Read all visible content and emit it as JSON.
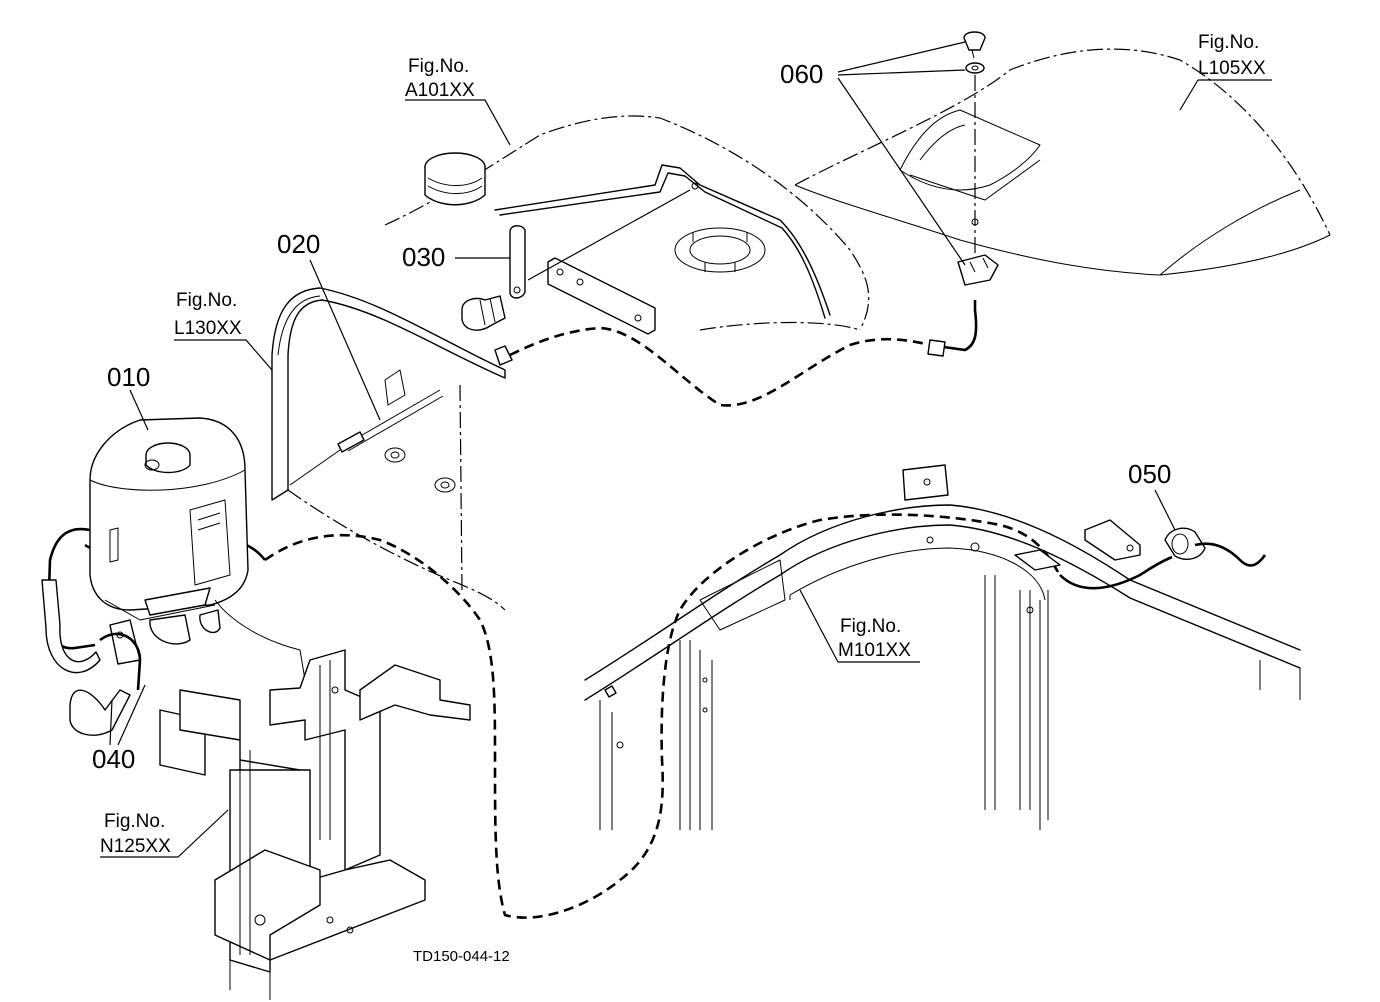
{
  "parts": [
    {
      "id": "p010",
      "label": "010"
    },
    {
      "id": "p020",
      "label": "020"
    },
    {
      "id": "p030",
      "label": "030"
    },
    {
      "id": "p040",
      "label": "040"
    },
    {
      "id": "p050",
      "label": "050"
    },
    {
      "id": "p060",
      "label": "060"
    }
  ],
  "fig_refs": [
    {
      "id": "a101",
      "line1": "Fig.No.",
      "line2": "A101XX"
    },
    {
      "id": "l105",
      "line1": "Fig.No.",
      "line2": "L105XX"
    },
    {
      "id": "l130",
      "line1": "Fig.No.",
      "line2": "L130XX"
    },
    {
      "id": "m101",
      "line1": "Fig.No.",
      "line2": "M101XX"
    },
    {
      "id": "n125",
      "line1": "Fig.No.",
      "line2": "N125XX"
    }
  ],
  "drawing_code": "TD150-044-12"
}
